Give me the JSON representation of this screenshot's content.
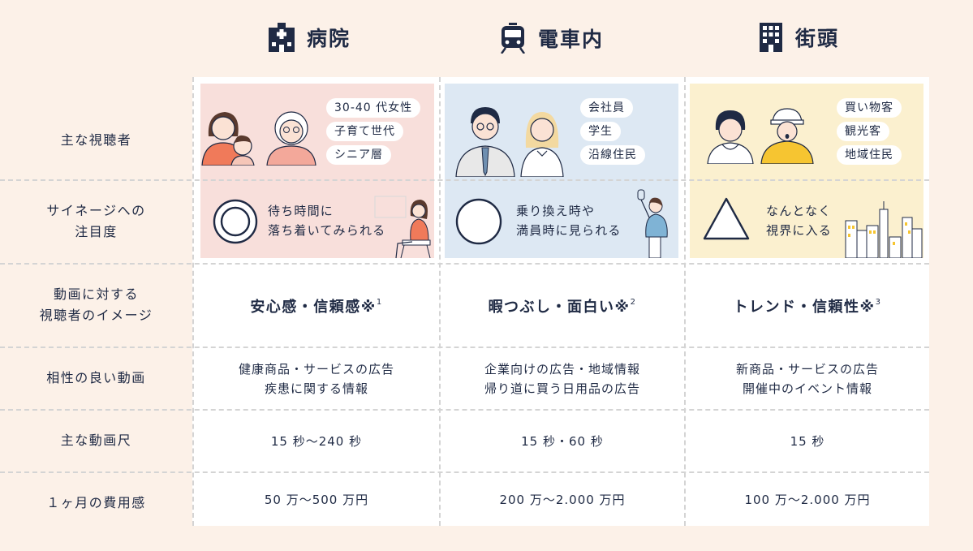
{
  "columns": [
    {
      "title": "病院",
      "icon": "hospital-icon"
    },
    {
      "title": "電車内",
      "icon": "train-icon"
    },
    {
      "title": "街頭",
      "icon": "building-icon"
    }
  ],
  "rows": {
    "audience": "主な視聴者",
    "attention_line1": "サイネージへの",
    "attention_line2": "注目度",
    "image_line1": "動画に対する",
    "image_line2": "視聴者のイメージ",
    "suitable": "相性の良い動画",
    "length": "主な動画尺",
    "cost": "１ヶ月の費用感"
  },
  "hospital": {
    "audience": [
      "30-40 代女性",
      "子育て世代",
      "シニア層"
    ],
    "attention_symbol": "double-circle",
    "attention_line1": "待ち時間に",
    "attention_line2": "落ち着いてみられる",
    "image": "安心感・信頼感※",
    "image_note": "1",
    "suitable_line1": "健康商品・サービスの広告",
    "suitable_line2": "疾患に関する情報",
    "length": "15 秒～240 秒",
    "cost": "50 万～500 万円"
  },
  "train": {
    "audience": [
      "会社員",
      "学生",
      "沿線住民"
    ],
    "attention_symbol": "circle",
    "attention_line1": "乗り換え時や",
    "attention_line2": "満員時に見られる",
    "image": "暇つぶし・面白い※",
    "image_note": "2",
    "suitable_line1": "企業向けの広告・地域情報",
    "suitable_line2": "帰り道に買う日用品の広告",
    "length": "15 秒・60 秒",
    "cost": "200 万～2.000 万円"
  },
  "street": {
    "audience": [
      "買い物客",
      "観光客",
      "地域住民"
    ],
    "attention_symbol": "triangle",
    "attention_line1": "なんとなく",
    "attention_line2": "視界に入る",
    "image": "トレンド・信頼性※",
    "image_note": "3",
    "suitable_line1": "新商品・サービスの広告",
    "suitable_line2": "開催中のイベント情報",
    "length": "15 秒",
    "cost": "100 万～2.000 万円"
  },
  "colors": {
    "background": "#fcf1e8",
    "hospital_panel": "#f8dfdb",
    "train_panel": "#dde8f3",
    "street_panel": "#fbf0cf",
    "text": "#1f2a44",
    "accent_orange": "#f07a5a",
    "accent_yellow": "#f6c531"
  }
}
